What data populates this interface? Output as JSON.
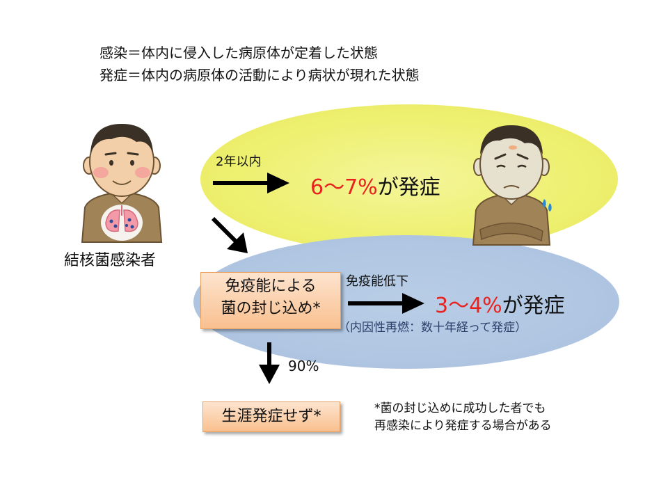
{
  "definitions": {
    "line1": "感染＝体内に侵入した病原体が定着した状態",
    "line2": "発症＝体内の病原体の活動により病状が現れた状態"
  },
  "patient_label": "結核菌感染者",
  "branch_top": {
    "arrow_label": "2年以内",
    "result_pct": "6～7%",
    "result_suffix": "が発症"
  },
  "box_containment": {
    "line1": "免疫能による",
    "line2": "菌の封じ込め*"
  },
  "branch_mid": {
    "arrow_label": "免疫能低下",
    "result_pct": "3～4%",
    "result_suffix": "が発症",
    "note": "（内因性再燃：数十年経って発症）"
  },
  "branch_down": {
    "arrow_label": "90%"
  },
  "box_never": "生涯発症せず*",
  "footnote": {
    "line1": "*菌の封じ込めに成功した者でも",
    "line2": "再感染により発症する場合がある"
  },
  "colors": {
    "highlight_red": "#e8231f",
    "yellow_zone": "#eef072",
    "blue_zone": "#b0c6e2",
    "box_orange": "#f9c08f"
  }
}
